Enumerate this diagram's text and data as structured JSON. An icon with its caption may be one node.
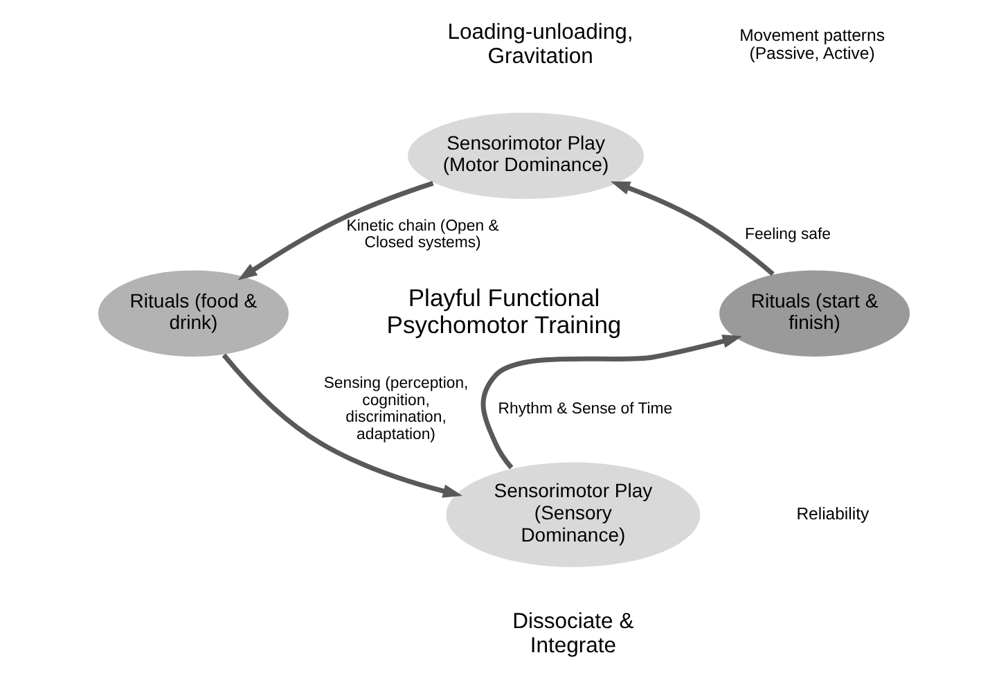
{
  "diagram": {
    "nodes": [
      {
        "text": [
          "Sensorimotor Play (Motor Dominance)"
        ],
        "beside": [
          "Loading-unloading, Gravitation"
        ]
      },
      {
        "text": [
          "Rituals (food & drink)"
        ]
      },
      {
        "text": [
          "Sensorimotor Play (Sensory Dominance)"
        ],
        "beside": [
          "Dissociate & Integrate"
        ]
      },
      {
        "text": [
          "Rituals (start & finish)"
        ]
      }
    ],
    "edges": [
      {
        "from": 0,
        "to": 1,
        "arrow": "to",
        "label": "Kinetic chain (Open & Closed systems)"
      },
      {
        "from": 1,
        "to": 2,
        "arrow": "to",
        "label": "Sensing (perception, cognition, discrimination, adaptation)"
      },
      {
        "from": 2,
        "to": 3,
        "arrow": "to",
        "label": "Rhythm & Sense of Time"
      },
      {
        "from": 3,
        "to": 0,
        "arrow": "to",
        "label": "Feeling safe"
      }
    ],
    "labels": [
      "Movement patterns (Passive, Active)",
      "Playful Functional Psychomotor Training",
      "Reliability"
    ]
  }
}
